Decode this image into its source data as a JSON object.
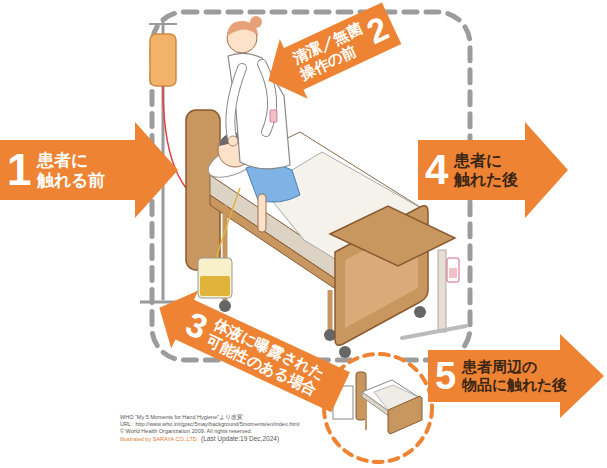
{
  "diagram": {
    "nodes": [
      {
        "text": [
          "1",
          "患者に 触れる前"
        ]
      },
      {
        "text": [
          "2",
          "清潔／無菌 操作の前"
        ]
      },
      {
        "text": [
          "3",
          "体液に曝露された 可能性のある場合"
        ]
      },
      {
        "text": [
          "4",
          "患者に 触れた後"
        ]
      },
      {
        "text": [
          "5",
          "患者周辺の 物品に触れた後"
        ]
      }
    ],
    "labels": [
      "WHO “My 5 Moments for Hand Hygiene”より改変",
      "URL : http://www.who.int/gpsc/5may/background/5moments/en/index.html",
      "© World Health Organization 2009. All rights reserved.",
      "Illustrated by SARAYA CO.,LTD.",
      "(Last Update:19 Dec,2024)"
    ]
  }
}
